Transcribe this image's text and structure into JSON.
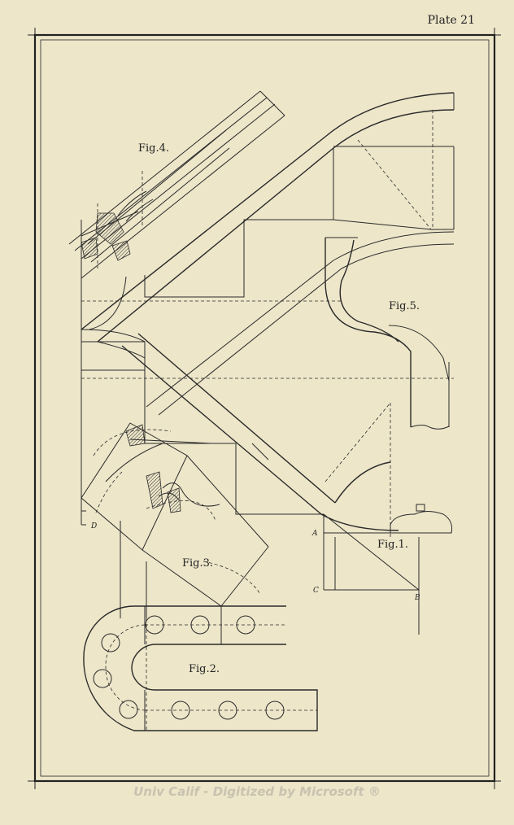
{
  "plate": {
    "number_label": "Plate 21"
  },
  "figures": {
    "fig1": "Fig.1.",
    "fig2": "Fig.2.",
    "fig3": "Fig.3.",
    "fig4": "Fig.4.",
    "fig5": "Fig.5."
  },
  "points": {
    "a": "A",
    "b": "B",
    "c": "C",
    "d": "D"
  },
  "watermark": "Univ Calif - Digitized by Microsoft ®"
}
